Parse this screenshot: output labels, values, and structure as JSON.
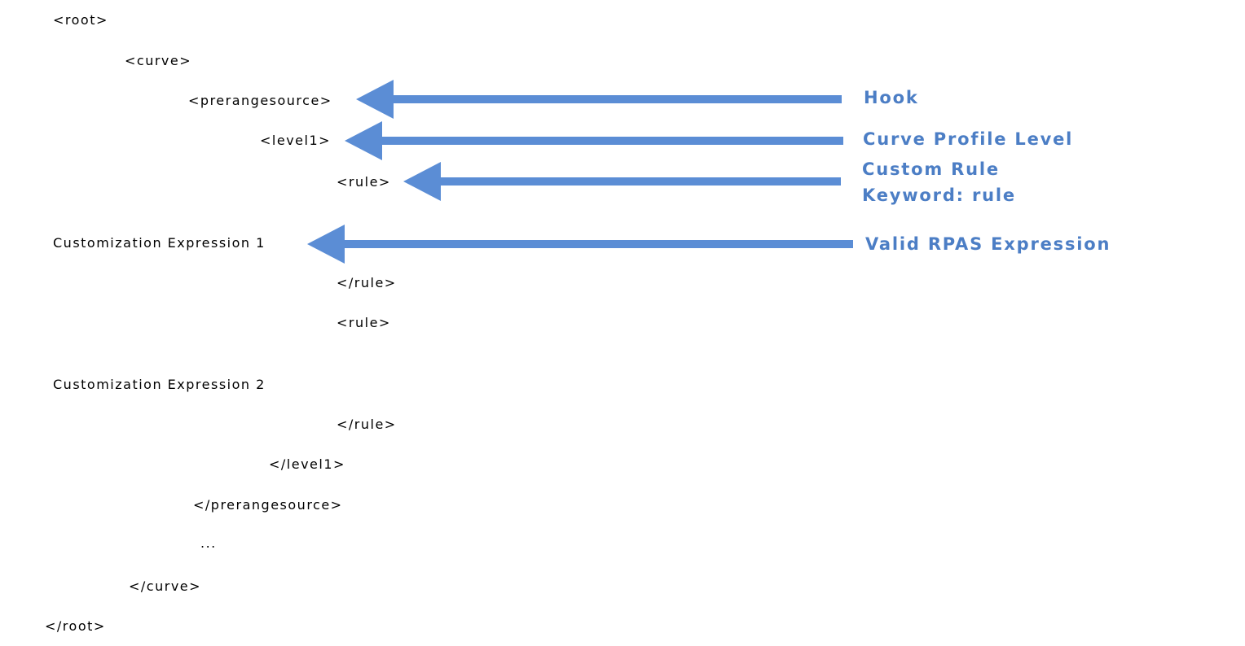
{
  "diagram": {
    "lines": [
      "<root>",
      "<curve>",
      "<prerangesource>",
      "<level1>",
      "<rule>",
      "Customization Expression 1",
      "</rule>",
      "<rule>",
      "Customization Expression 2",
      "</rule>",
      "</level1>",
      "</prerangesource>",
      "...",
      "</curve>",
      "</root>"
    ],
    "labels": [
      "Hook",
      "Curve Profile Level",
      "Custom Rule",
      "Keyword: rule",
      "Valid RPAS Expression"
    ],
    "arrows": [
      {
        "points_to": "<prerangesource>",
        "annotation": "Hook"
      },
      {
        "points_to": "<level1>",
        "annotation": "Curve Profile Level"
      },
      {
        "points_to": "<rule>",
        "annotation": "Custom Rule Keyword: rule"
      },
      {
        "points_to": "Customization Expression 1",
        "annotation": "Valid RPAS Expression"
      }
    ],
    "colors": {
      "arrow": "#5B8DD5",
      "label_text": "#4C7EC5",
      "code_text": "#000000",
      "background": "#FFFFFF"
    }
  }
}
